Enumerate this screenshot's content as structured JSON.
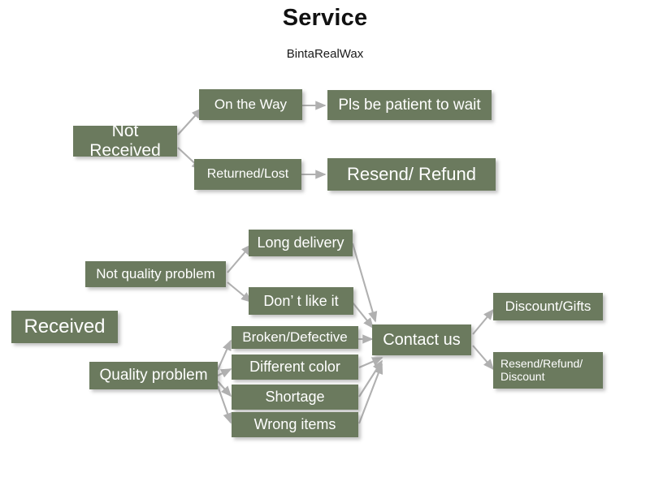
{
  "header": {
    "title": "Service",
    "brand": "BintaRealWax"
  },
  "colors": {
    "node_fill": "#6b7a5e",
    "node_text": "#ffffff",
    "arrow": "#b0b0b0",
    "rule": "#6e6e6e",
    "rule_accent": "#000000",
    "background": "#ffffff"
  },
  "flow": {
    "not_received": {
      "root": "Not Received",
      "branches": [
        {
          "label": "On the Way",
          "result": "Pls be patient to wait"
        },
        {
          "label": "Returned/Lost",
          "result": "Resend/ Refund"
        }
      ]
    },
    "received": {
      "root": "Received",
      "branches": [
        {
          "label": "Not quality problem",
          "reasons": [
            "Long delivery",
            "Don’  t like it"
          ]
        },
        {
          "label": "Quality problem",
          "reasons": [
            "Broken/Defective",
            "Different color",
            "Shortage",
            "Wrong items"
          ]
        }
      ],
      "contact": "Contact us",
      "outcomes": [
        "Discount/Gifts",
        "Resend/Refund/\nDiscount"
      ]
    }
  }
}
